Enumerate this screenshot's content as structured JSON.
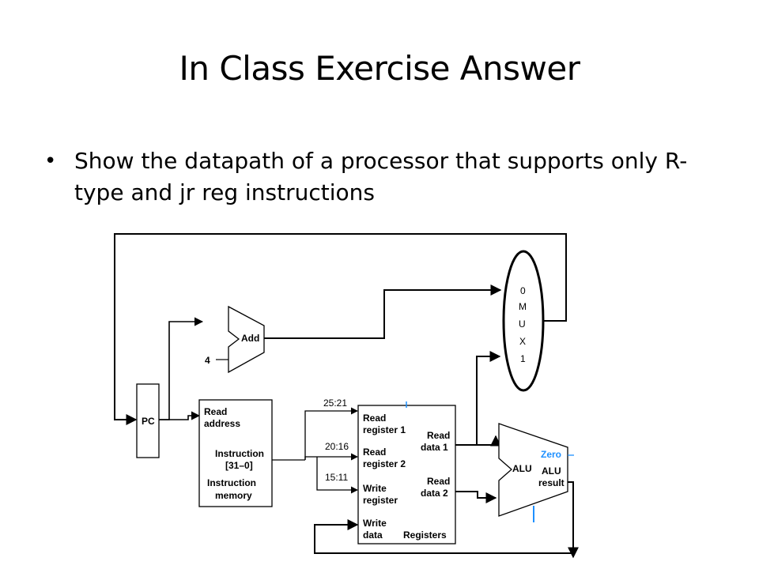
{
  "slide": {
    "title": "In Class Exercise Answer",
    "bullet": "Show the datapath of a processor that supports only R-type and jr reg instructions"
  },
  "diagram": {
    "pc": "PC",
    "adder": {
      "label": "Add",
      "const": "4"
    },
    "mux": {
      "top": "0",
      "letters": [
        "M",
        "U",
        "X"
      ],
      "bottom": "1"
    },
    "imem": {
      "read": "Read",
      "address": "address",
      "instruction": "Instruction",
      "bits": "[31–0]",
      "name1": "Instruction",
      "name2": "memory"
    },
    "fields": [
      "25:21",
      "20:16",
      "15:11"
    ],
    "regs": {
      "rr1a": "Read",
      "rr1b": "register 1",
      "rr2a": "Read",
      "rr2b": "register 2",
      "wra": "Write",
      "wrb": "register",
      "wda": "Write",
      "wdb": "data",
      "rd1a": "Read",
      "rd1b": "data 1",
      "rd2a": "Read",
      "rd2b": "data 2",
      "name": "Registers"
    },
    "alu": {
      "name": "ALU",
      "zero": "Zero",
      "res1": "ALU",
      "res2": "result"
    },
    "colors": {
      "line": "#000000",
      "accent": "#1e90ff"
    }
  }
}
